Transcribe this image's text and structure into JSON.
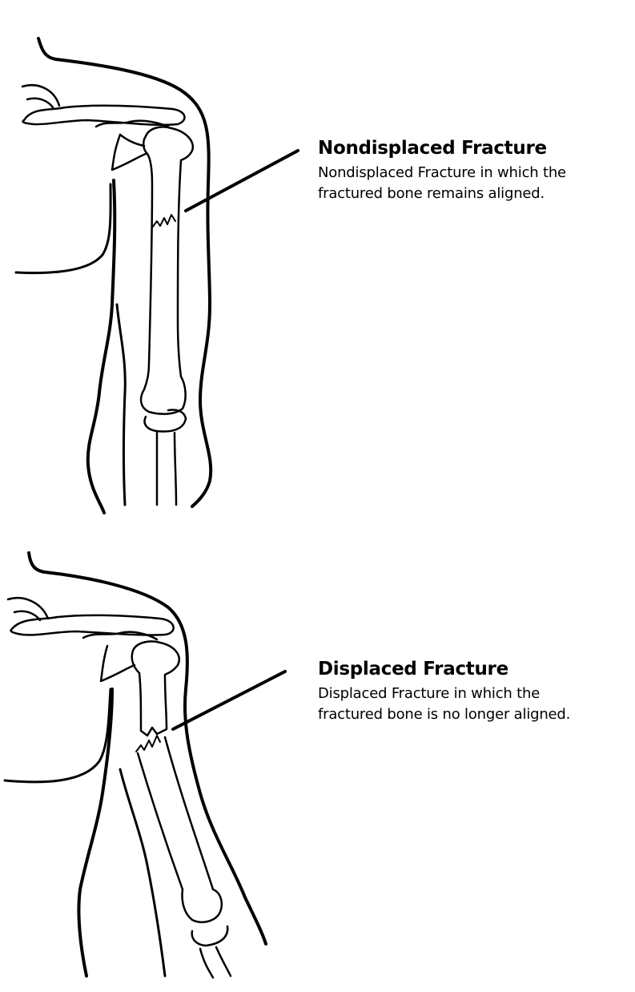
{
  "figure": {
    "nondisplaced": {
      "title": "Nondisplaced Fracture",
      "description_line1": "Nondisplaced Fracture in which the",
      "description_line2": "fractured bone remains aligned."
    },
    "displaced": {
      "title": "Displaced Fracture",
      "description_line1": "Displaced Fracture in which the",
      "description_line2": "fractured bone is no longer aligned."
    }
  },
  "colors": {
    "line": "#000000",
    "background": "#ffffff"
  }
}
